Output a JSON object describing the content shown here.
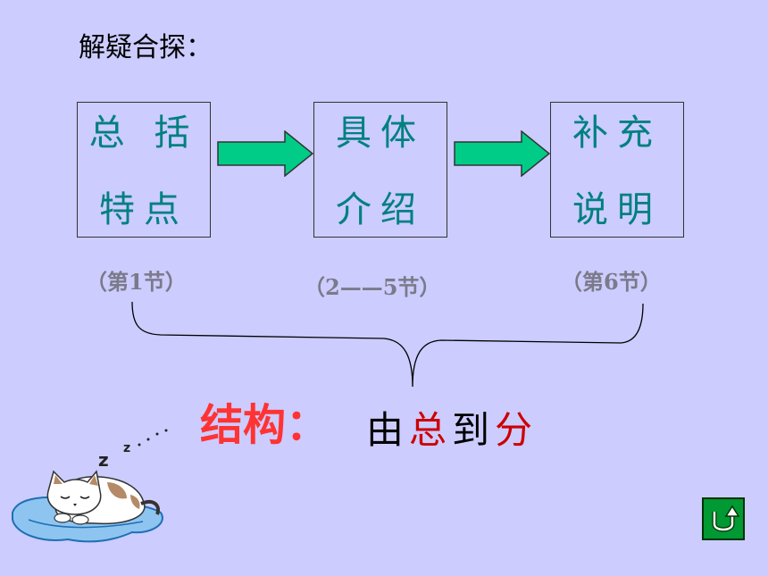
{
  "title": "解疑合探：",
  "boxes": [
    {
      "line1": "总 括",
      "line2": "特点"
    },
    {
      "line1": "具体",
      "line2": "介绍"
    },
    {
      "line1": "补充",
      "line2": "说明"
    }
  ],
  "notes": [
    "（第1节）",
    "（2——5节）",
    "（第6节）"
  ],
  "conclusion": {
    "label": "结构：",
    "part1": "由",
    "part2": "总",
    "part3": "到",
    "part4": "分"
  },
  "colors": {
    "background": "#ccccff",
    "box_text": "#008080",
    "arrow_fill": "#00cc88",
    "label": "#ff3333",
    "highlight": "#cc0000",
    "note": "#7a7a8a",
    "back_button": "#009933"
  },
  "icons": {
    "arrow": "right-arrow-icon",
    "back": "return-u-turn-icon",
    "decoration": "sleeping-cat-icon"
  }
}
